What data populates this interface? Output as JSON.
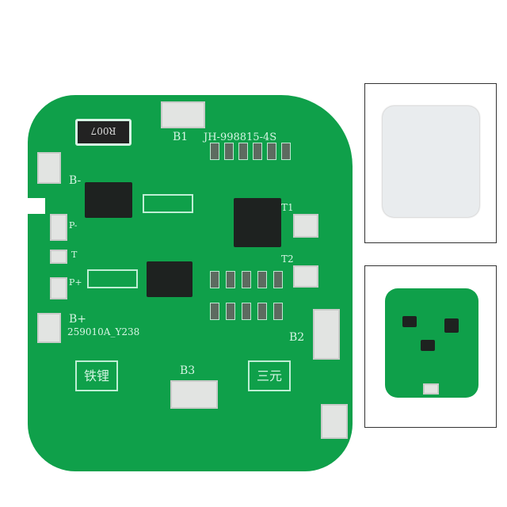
{
  "main_board": {
    "resistor_marking": "R007",
    "model": "JH-998815-4S",
    "labels": {
      "b1": "B1",
      "b2": "B2",
      "b3": "B3",
      "b_minus": "B-",
      "b_plus": "B+",
      "p_minus": "P-",
      "t": "T",
      "p_plus": "P+",
      "t1": "T1",
      "t2": "T2"
    },
    "code": "259010A_Y238",
    "mode_left": "铁锂",
    "mode_right": "三元"
  },
  "colors": {
    "pcb": "#0fa04a",
    "silkscreen": "#d6f5e4",
    "pad": "#e2e4e2",
    "chip": "#1e2220"
  }
}
